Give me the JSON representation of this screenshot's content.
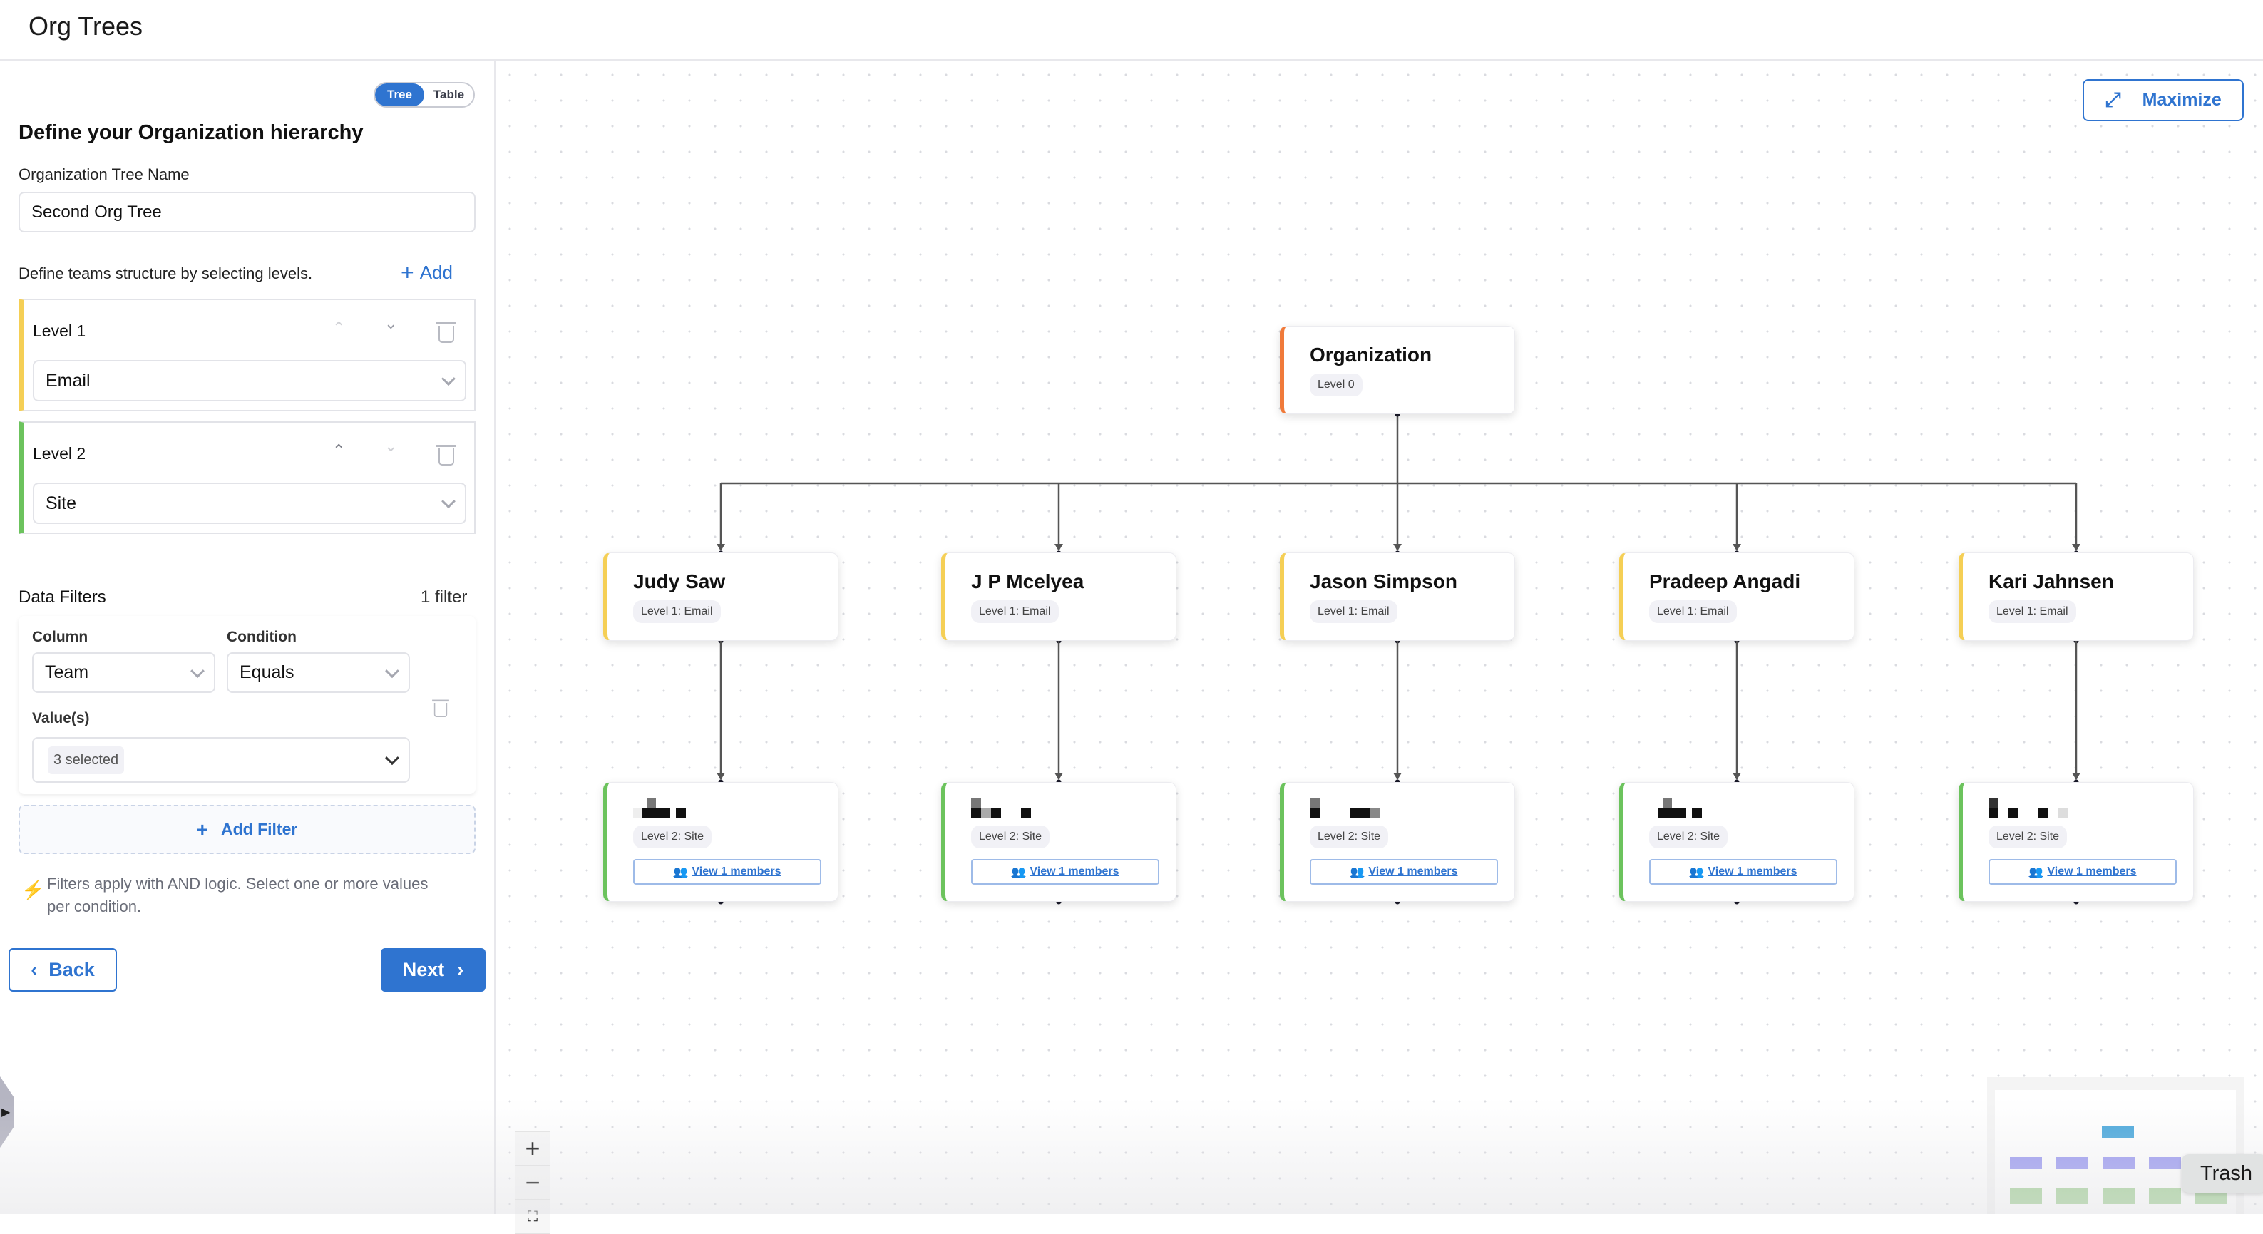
{
  "app": {
    "title": "Org Trees"
  },
  "view_toggle": {
    "options": [
      "Tree",
      "Table"
    ],
    "selected": "Tree"
  },
  "sidebar": {
    "heading": "Define your Organization hierarchy",
    "tree_name_label": "Organization Tree Name",
    "tree_name_value": "Second Org Tree",
    "levels_hint": "Define teams structure by selecting levels.",
    "add_label": "Add",
    "levels": [
      {
        "label": "Level 1",
        "value": "Email",
        "color": "#f5cf55"
      },
      {
        "label": "Level 2",
        "value": "Site",
        "color": "#6cc35d"
      }
    ],
    "filters": {
      "title": "Data Filters",
      "count": "1 filter",
      "column_label": "Column",
      "column_value": "Team",
      "condition_label": "Condition",
      "condition_value": "Equals",
      "values_label": "Value(s)",
      "values_value": "3 selected",
      "add_filter_label": "Add Filter",
      "note": "Filters apply with AND logic. Select one or more values per condition."
    },
    "back_label": "Back",
    "next_label": "Next"
  },
  "canvas": {
    "maximize_label": "Maximize",
    "root": {
      "name": "Organization",
      "badge": "Level 0",
      "color": "#f07a3a"
    },
    "level1": [
      {
        "name": "Judy Saw",
        "badge": "Level 1: Email"
      },
      {
        "name": "J P Mcelyea",
        "badge": "Level 1: Email"
      },
      {
        "name": "Jason Simpson",
        "badge": "Level 1: Email"
      },
      {
        "name": "Pradeep Angadi",
        "badge": "Level 1: Email"
      },
      {
        "name": "Kari Jahnsen",
        "badge": "Level 1: Email"
      }
    ],
    "level2": [
      {
        "badge": "Level 2: Site",
        "members": "View 1 members"
      },
      {
        "badge": "Level 2: Site",
        "members": "View 1 members"
      },
      {
        "badge": "Level 2: Site",
        "members": "View 1 members"
      },
      {
        "badge": "Level 2: Site",
        "members": "View 1 members"
      },
      {
        "badge": "Level 2: Site",
        "members": "View 1 members"
      }
    ],
    "level1_color": "#f5cf55",
    "level2_color": "#6cc35d",
    "zoom_in": "+",
    "zoom_out": "−",
    "tooltip": "Trash"
  }
}
